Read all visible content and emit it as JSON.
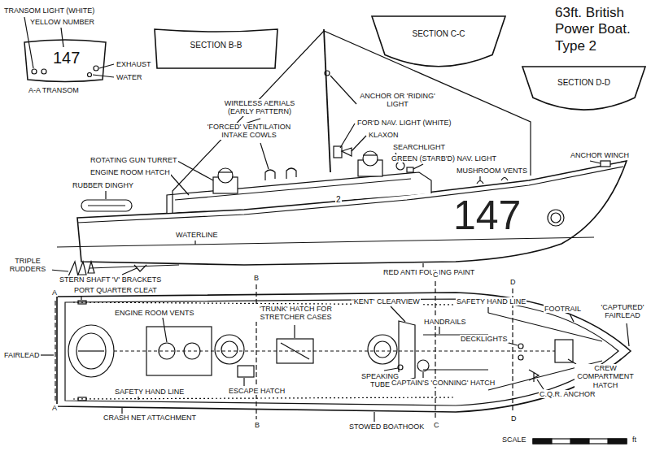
{
  "diagram": {
    "title": "63ft. British Power Boat. Type 2",
    "nodes": [
      {
        "text": [
          "SECTION B-B"
        ]
      },
      {
        "text": [
          "SECTION C-C"
        ]
      },
      {
        "text": [
          "SECTION D-D"
        ]
      }
    ],
    "labels": [
      "TRANSOM LIGHT (WHITE)",
      "YELLOW NUMBER",
      "147",
      "EXHAUST",
      "WATER",
      "A-A TRANSOM",
      "WIRELESS AERIALS (EARLY PATTERN)",
      "ANCHOR OR 'RIDING' LIGHT",
      "FOR'D NAV. LIGHT (WHITE)",
      "KLAXON",
      "SEARCHLIGHT",
      "GREEN (STARB'D) NAV. LIGHT",
      "MUSHROOM VENTS",
      "'FORCED' VENTILATION INTAKE COWLS",
      "ROTATING GUN TURRET",
      "ENGINE ROOM HATCH",
      "RUBBER DINGHY",
      "ANCHOR WINCH",
      "147",
      "2",
      "WATERLINE",
      "RED ANTI FOULING PAINT",
      "TRIPLE RUDDERS",
      "STERN SHAFT 'V' BRACKETS",
      "B",
      "C",
      "D",
      "A",
      "PORT QUARTER CLEAT",
      "ENGINE ROOM VENTS",
      "'TRUNK' HATCH FOR STRETCHER CASES",
      "'KENT' CLEARVIEW",
      "SAFETY HAND LINE",
      "FOOTRAIL",
      "'CAPTURED' FAIRLEAD",
      "HANDRAILS",
      "FAIRLEAD",
      "SPEAKING TUBE",
      "DECKLIGHTS",
      "CREW COMPARTMENT HATCH",
      "CAPTAIN'S 'CONNING' HATCH",
      "SAFETY HAND LINE",
      "ESCAPE HATCH",
      "C.Q.R. ANCHOR",
      "A",
      "CRASH NET ATTACHMENT",
      "B",
      "STOWED BOATHOOK",
      "C",
      "D",
      "SCALE",
      "ft"
    ]
  }
}
